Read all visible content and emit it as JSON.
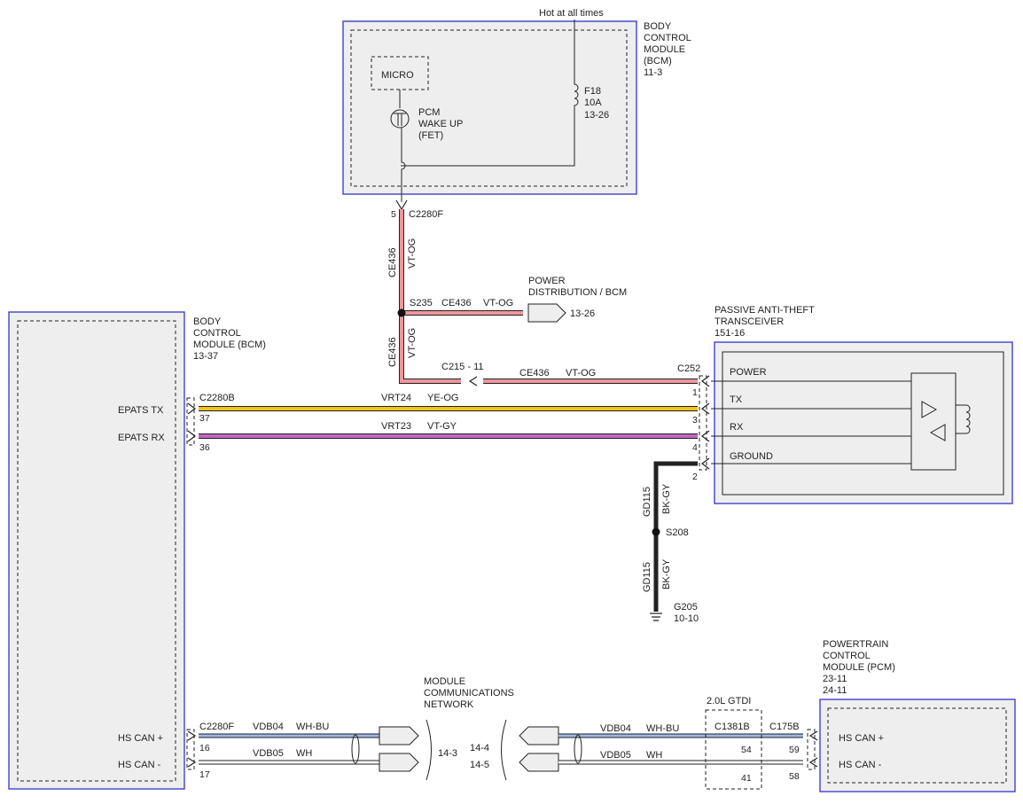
{
  "bcm_top": {
    "title_lines": [
      "BODY",
      "CONTROL",
      "MODULE",
      "(BCM)",
      "11-3"
    ],
    "supply": "Hot at all times",
    "fuse_lines": [
      "F18",
      "10A",
      "13-26"
    ],
    "micro": "MICRO",
    "fet_lines": [
      "PCM",
      "WAKE UP",
      "(FET)"
    ]
  },
  "bcm_left": {
    "title_lines": [
      "BODY",
      "CONTROL",
      "MODULE (BCM)",
      "13-37"
    ],
    "pins": {
      "epats_tx": "EPATS TX",
      "epats_rx": "EPATS RX",
      "hs_can_plus": "HS CAN +",
      "hs_can_minus": "HS CAN -"
    }
  },
  "pats": {
    "title_lines": [
      "PASSIVE ANTI-THEFT",
      "TRANSCEIVER",
      "151-16"
    ],
    "pins": [
      "POWER",
      "TX",
      "RX",
      "GROUND"
    ],
    "connector": "C252",
    "pin_numbers": [
      "1",
      "3",
      "4",
      "2"
    ]
  },
  "pcm": {
    "title_lines": [
      "POWERTRAIN",
      "CONTROL",
      "MODULE (PCM)",
      "23-11",
      "24-11"
    ],
    "pins": {
      "hs_can_plus": "HS CAN +",
      "hs_can_minus": "HS CAN -"
    },
    "connector": "C175B",
    "pin_numbers": [
      "59",
      "58"
    ]
  },
  "engine_option": {
    "label": "2.0L GTDI",
    "connector": "C1381B",
    "pin_numbers": [
      "54",
      "41"
    ]
  },
  "power_distribution": {
    "title_lines": [
      "POWER",
      "DISTRIBUTION / BCM"
    ],
    "ref": "13-26"
  },
  "network": {
    "title_lines": [
      "MODULE",
      "COMMUNICATIONS",
      "NETWORK"
    ],
    "left_ref": "14-3",
    "right_refs": [
      "14-4",
      "14-5"
    ]
  },
  "connectors": {
    "c2280f_top": "C2280F",
    "c2280f_top_pin": "5",
    "c2280b": "C2280B",
    "c2280b_pins": [
      "37",
      "36"
    ],
    "c2280f_bottom": "C2280F",
    "c2280f_bottom_pins": [
      "16",
      "17"
    ],
    "c215": "C215 - 11"
  },
  "splices": {
    "s235": "S235",
    "s208": "S208"
  },
  "ground": {
    "id": "G205",
    "ref": "10-10"
  },
  "circuits": {
    "ce436": "CE436",
    "vt_og": "VT-OG",
    "vrt24": "VRT24",
    "ye_og": "YE-OG",
    "vrt23": "VRT23",
    "vt_gy": "VT-GY",
    "gd115": "GD115",
    "bk_gy": "BK-GY",
    "vdb04": "VDB04",
    "wh_bu": "WH-BU",
    "vdb05": "VDB05",
    "wh": "WH"
  },
  "colors": {
    "module_border": "#3333cc",
    "module_fill": "#eeeeee",
    "vt_og_wire": "#f0959a",
    "ye_og_wire": "#f2c21a",
    "vt_gy_wire": "#c466c4",
    "bk_gy_wire": "#222222",
    "wh_bu_wire": "#9fb7e8"
  }
}
